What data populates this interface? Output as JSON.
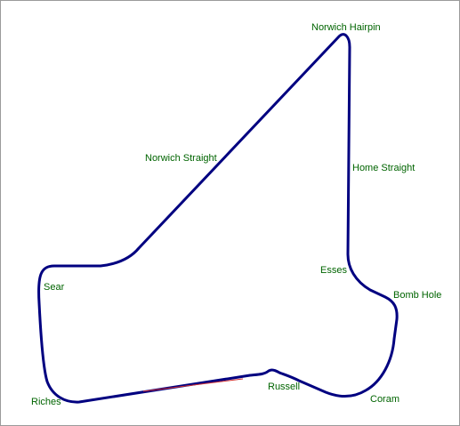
{
  "colors": {
    "track": "#000080",
    "label": "#006400",
    "pit_lane": "#d03030",
    "background": "#ffffff"
  },
  "corners": {
    "norwich_hairpin": "Norwich Hairpin",
    "norwich_straight": "Norwich Straight",
    "home_straight": "Home Straight",
    "esses": "Esses",
    "bomb_hole": "Bomb Hole",
    "sear": "Sear",
    "russell": "Russell",
    "coram": "Coram",
    "riches": "Riches"
  }
}
